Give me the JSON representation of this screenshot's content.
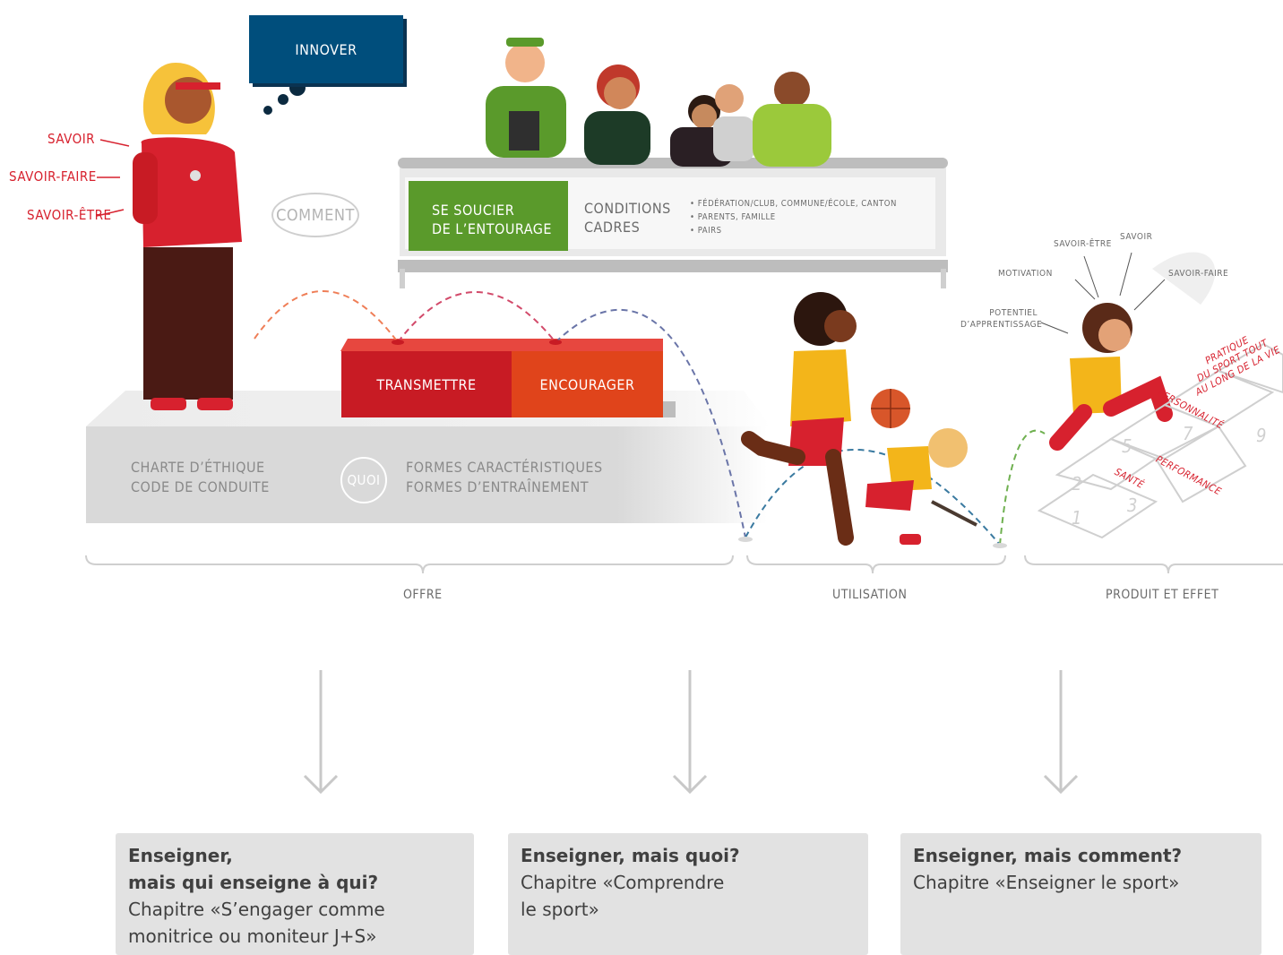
{
  "coach": {
    "labels": [
      "SAVOIR",
      "SAVOIR-FAIRE",
      "SAVOIR-ÊTRE"
    ],
    "innover": "INNOVER",
    "comment": "COMMENT"
  },
  "entourage": {
    "title_line1": "SE SOUCIER",
    "title_line2": "DE L’ENTOURAGE",
    "conditions_line1": "CONDITIONS",
    "conditions_line2": "CADRES",
    "bullets": [
      "• FÉDÉRATION/CLUB, COMMUNE/ÉCOLE, CANTON",
      "• PARENTS, FAMILLE",
      "• PAIRS"
    ]
  },
  "platform": {
    "transmettre": "TRANSMETTRE",
    "encourager": "ENCOURAGER",
    "charte_line1": "CHARTE D’ÉTHIQUE",
    "charte_line2": "CODE DE CONDUITE",
    "quoi": "QUOI",
    "formes_line1": "FORMES CARACTÉRISTIQUES",
    "formes_line2": "FORMES D’ENTRAÎNEMENT"
  },
  "learner": {
    "savoir_etre": "SAVOIR-ÊTRE",
    "savoir": "SAVOIR",
    "motivation": "MOTIVATION",
    "savoir_faire": "SAVOIR-FAIRE",
    "potentiel_line1": "POTENTIEL",
    "potentiel_line2": "D’APPRENTISSAGE"
  },
  "hopscotch": {
    "pratique_line1": "PRATIQUE",
    "pratique_line2": "DU SPORT TOUT",
    "pratique_line3": "AU LONG DE LA VIE",
    "personnalite": "PERSONNALITÉ",
    "performance": "PERFORMANCE",
    "sante": "SANTÉ",
    "numbers": [
      "1",
      "2",
      "3",
      "5",
      "7",
      "9"
    ]
  },
  "sections": {
    "offre": "OFFRE",
    "utilisation": "UTILISATION",
    "produit": "PRODUIT ET EFFET"
  },
  "cards": [
    {
      "title_line1": "Enseigner,",
      "title_line2": "mais qui enseigne à qui?",
      "body_line1": "Chapitre «S’engager comme",
      "body_line2": "monitrice ou moniteur J+S»"
    },
    {
      "title_line1": "Enseigner, mais quoi?",
      "title_line2": "",
      "body_line1": "Chapitre «Comprendre",
      "body_line2": "le sport»"
    },
    {
      "title_line1": "Enseigner, mais comment?",
      "title_line2": "",
      "body_line1": "Chapitre «Enseigner le sport»",
      "body_line2": ""
    }
  ],
  "colors": {
    "red": "#d7212e",
    "navy": "#004e7c",
    "green": "#5a9a2b",
    "transmettre": "#c81b24",
    "encourager": "#e0441b",
    "grey_platform": "#d6d6d6"
  }
}
